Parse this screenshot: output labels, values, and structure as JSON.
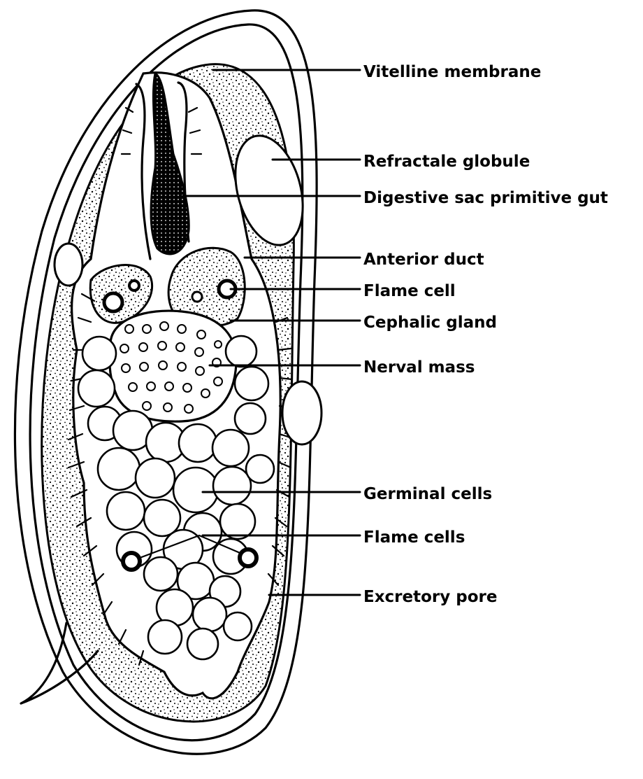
{
  "labels": {
    "vitelline_membrane": "Vitelline membrane",
    "refractale_globule": "Refractale globule",
    "digestive_sac": "Digestive sac primitive gut",
    "anterior_duct": "Anterior duct",
    "flame_cell": "Flame cell",
    "cephalic_gland": "Cephalic gland",
    "nerval_mass": "Nerval mass",
    "germinal_cells": "Germinal cells",
    "flame_cells": "Flame cells",
    "excretory_pore": "Excretory pore"
  },
  "colors": {
    "ink": "#000000",
    "paper": "#ffffff"
  }
}
